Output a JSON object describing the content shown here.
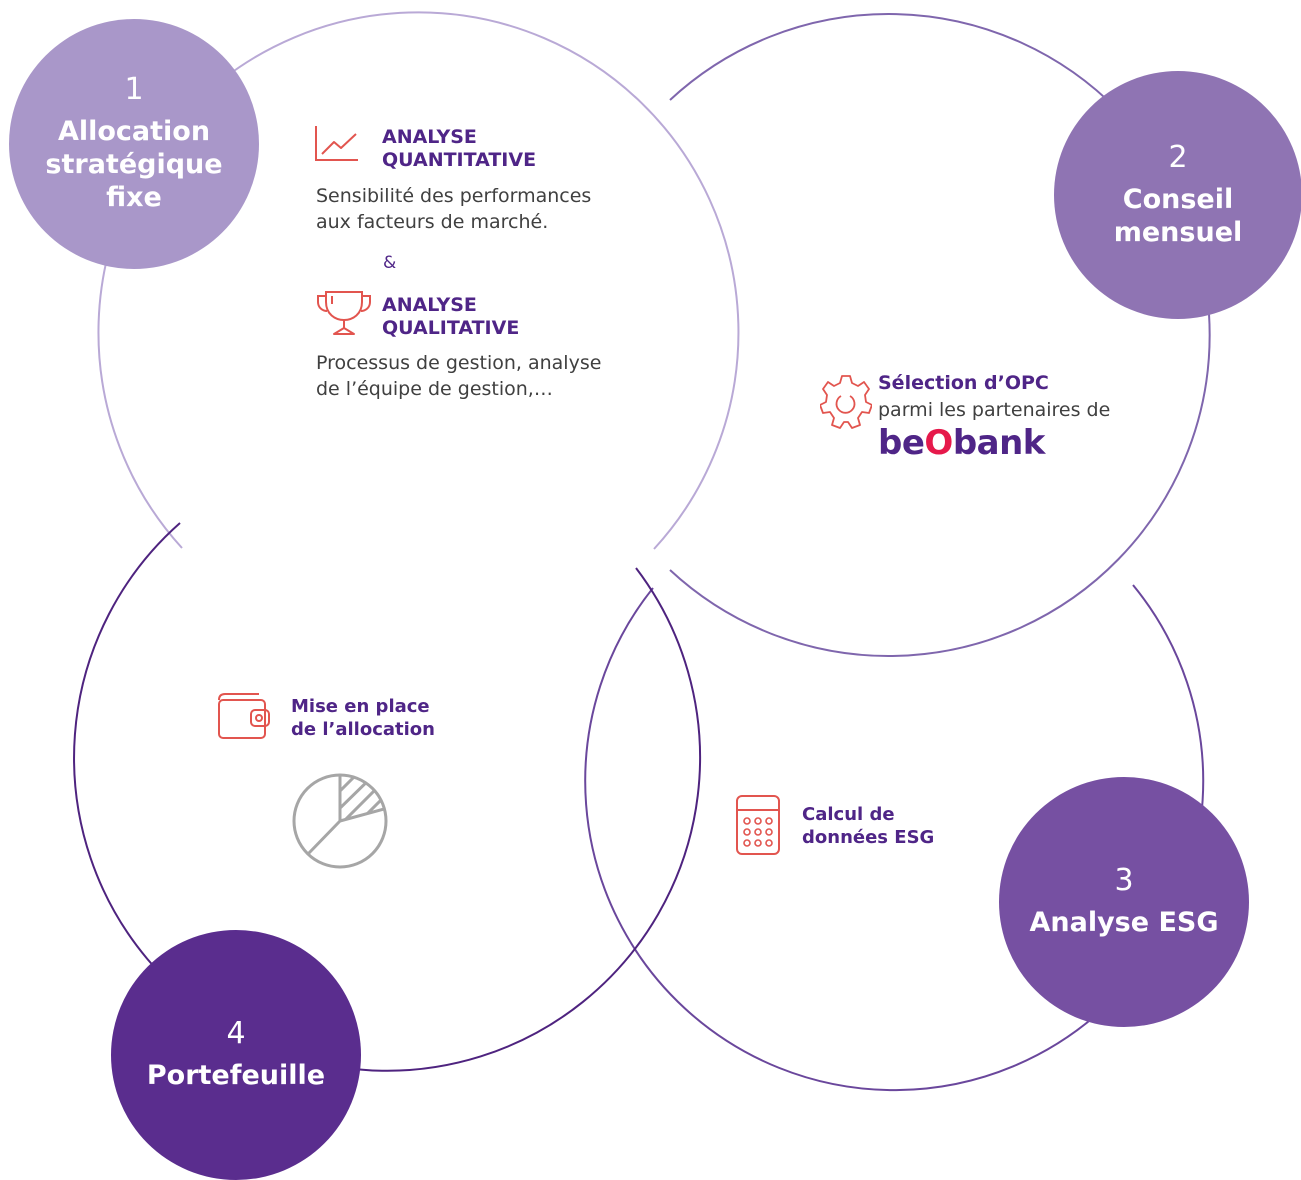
{
  "step1": {
    "number": "1",
    "title": "Allocation stratégique fixe",
    "color": "#a997c9"
  },
  "step2": {
    "number": "2",
    "title": "Conseil mensuel",
    "color": "#8f74b3"
  },
  "step3": {
    "number": "3",
    "title": "Analyse ESG",
    "color": "#7650a2"
  },
  "step4": {
    "number": "4",
    "title": "Portefeuille",
    "color": "#5a2d8e"
  },
  "quantitative": {
    "icon": "line-chart-icon",
    "heading_line1": "ANALYSE",
    "heading_line2": "QUANTITATIVE",
    "text_line1": "Sensibilité des performances",
    "text_line2": "aux facteurs de marché."
  },
  "ampersand": "&",
  "qualitative": {
    "icon": "trophy-icon",
    "heading_line1": "ANALYSE",
    "heading_line2": "QUALITATIVE",
    "text_line1": "Processus de gestion, analyse",
    "text_line2": "de l’équipe de gestion,…"
  },
  "opc": {
    "icon": "gear-icon",
    "heading": "Sélection d’OPC",
    "text": "parmi les partenaires de",
    "brand_part1": "be",
    "brand_part2": "O",
    "brand_part3": "bank"
  },
  "allocation": {
    "icon": "wallet-icon",
    "line1": "Mise en place",
    "line2": "de l’allocation",
    "chart_icon": "pie-chart-icon"
  },
  "esg": {
    "icon": "calculator-icon",
    "line1": "Calcul de",
    "line2": "données ESG"
  },
  "colors": {
    "accent_purple": "#4f2587",
    "icon_red": "#e2554f",
    "ring1": "#b9a9d6",
    "ring2": "#7f66ad",
    "ring3": "#6a479c",
    "ring4": "#4e237f",
    "pie_grey": "#a6a6a6"
  }
}
